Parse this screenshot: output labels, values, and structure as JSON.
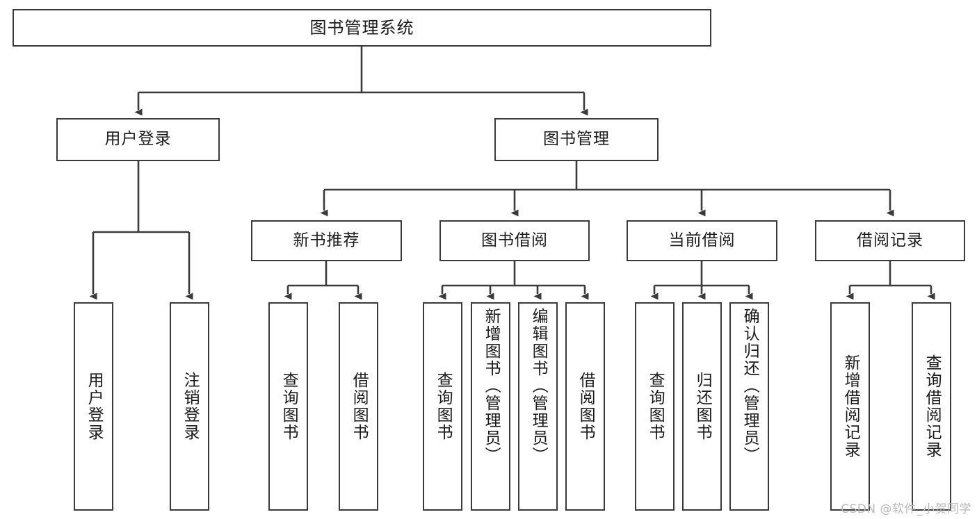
{
  "diagram": {
    "title": "图书管理系统",
    "type": "tree-hierarchy-chart",
    "root": {
      "label": "图书管理系统"
    },
    "level2": [
      {
        "label": "用户登录"
      },
      {
        "label": "图书管理"
      }
    ],
    "level3": [
      {
        "label": "新书推荐"
      },
      {
        "label": "图书借阅"
      },
      {
        "label": "当前借阅"
      },
      {
        "label": "借阅记录"
      }
    ],
    "leaves": {
      "user_login": [
        {
          "label": "用户登录"
        },
        {
          "label": "注销登录"
        }
      ],
      "new_book_recommend": [
        {
          "label": "查询图书"
        },
        {
          "label": "借阅图书"
        }
      ],
      "book_borrow": [
        {
          "label": "查询图书"
        },
        {
          "label": "新增图书（管理员）"
        },
        {
          "label": "编辑图书（管理员）"
        },
        {
          "label": "借阅图书"
        }
      ],
      "current_borrow": [
        {
          "label": "查询图书"
        },
        {
          "label": "归还图书"
        },
        {
          "label": "确认归还（管理员）"
        }
      ],
      "borrow_record": [
        {
          "label": "新增借阅记录"
        },
        {
          "label": "查询借阅记录"
        }
      ]
    }
  },
  "watermark": {
    "text": "CSDN @软件_小贺同学"
  },
  "colors": {
    "box_border": "#3a3a3a",
    "box_fill": "#ffffff",
    "edge": "#3a3a3a",
    "text": "#1a1a1a",
    "watermark": "#b9b9b9",
    "background": "#ffffff"
  }
}
